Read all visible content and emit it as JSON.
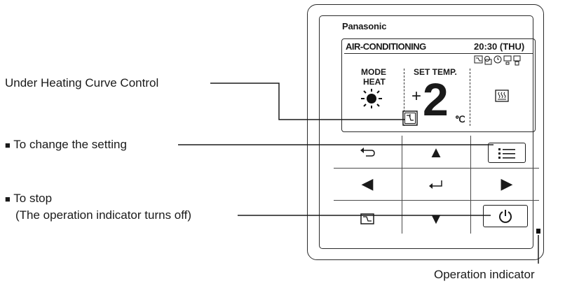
{
  "callouts": {
    "heating_curve": "Under Heating Curve Control",
    "change_setting": "To change the setting",
    "stop_line1": "To stop",
    "stop_line2": "(The operation indicator turns off)",
    "operation_indicator": "Operation indicator",
    "bullet": "■"
  },
  "remote": {
    "brand": "Panasonic",
    "lcd": {
      "mode_title": "AIR-CONDITIONING",
      "clock": "20:30 (THU)",
      "mode_label": "MODE",
      "mode_value": "HEAT",
      "set_temp_label": "SET TEMP.",
      "temp_sign": "+",
      "temp_value": "2",
      "temp_unit": "℃"
    },
    "buttons": {
      "back_symbol": "⮌",
      "up_symbol": "▲",
      "menu_symbol": "☰",
      "left_symbol": "◀",
      "enter_symbol": "↵",
      "right_symbol": "▶",
      "down_symbol": "▼",
      "power_symbol": "⏻"
    }
  }
}
